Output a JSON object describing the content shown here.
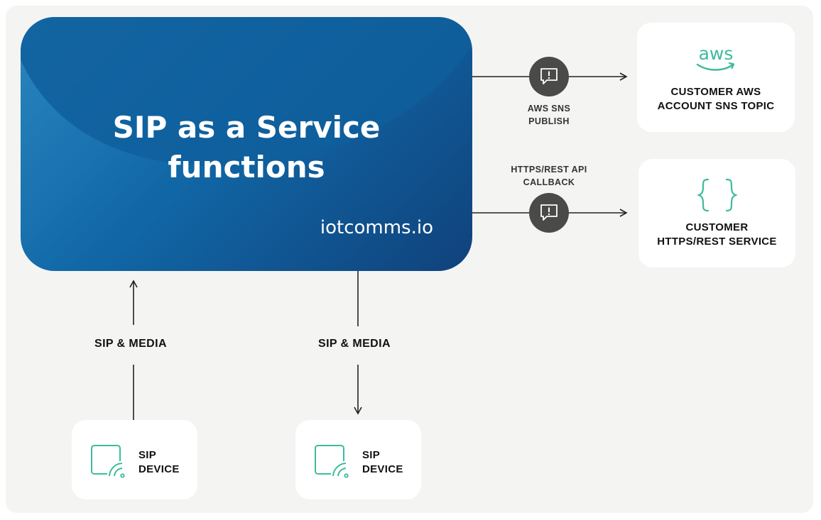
{
  "main": {
    "title_line1": "SIP as a Service",
    "title_line2": "functions",
    "brand": "iotcomms.io"
  },
  "targets": {
    "aws": {
      "logo_text": "aws",
      "label_line1": "CUSTOMER AWS",
      "label_line2": "ACCOUNT SNS TOPIC"
    },
    "rest": {
      "icon": "curly-braces-icon",
      "label_line1": "CUSTOMER",
      "label_line2": "HTTPS/REST SERVICE"
    }
  },
  "edges": {
    "sns": {
      "line1": "AWS SNS",
      "line2": "PUBLISH",
      "icon": "message-alert-icon"
    },
    "rest": {
      "line1": "HTTPS/REST API",
      "line2": "CALLBACK",
      "icon": "message-alert-icon"
    },
    "media_in": "SIP & MEDIA",
    "media_out": "SIP & MEDIA"
  },
  "devices": [
    {
      "line1": "SIP",
      "line2": "DEVICE",
      "icon": "sip-device-icon"
    },
    {
      "line1": "SIP",
      "line2": "DEVICE",
      "icon": "sip-device-icon"
    }
  ],
  "colors": {
    "main_gradient_start": "#2a86bf",
    "main_gradient_end": "#10427c",
    "icon_accent": "#3dbb9c",
    "aws_accent": "#3dbb9c",
    "canvas_bg": "#f4f4f3",
    "message_icon_bg": "#4a4a48"
  }
}
